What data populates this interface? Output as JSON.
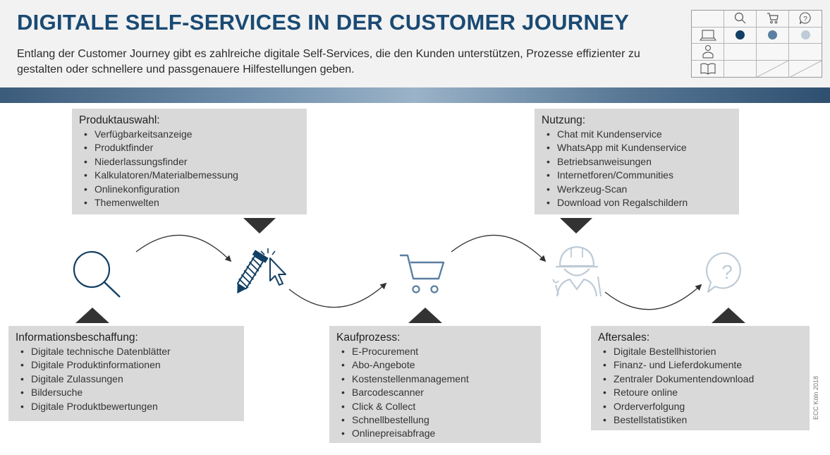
{
  "header": {
    "title": "DIGITALE SELF-SERVICES IN DER CUSTOMER JOURNEY",
    "subtitle": "Entlang der Customer Journey gibt es zahlreiche digitale Self-Services, die den Kunden unterstützen, Prozesse effizienter zu gestalten oder schnellere und passgenauere Hilfestellungen geben."
  },
  "legend": {
    "columns": [
      "search-icon",
      "cart-icon",
      "question-bubble-icon"
    ],
    "rows": [
      "laptop-icon",
      "person-icon",
      "book-icon"
    ],
    "dot_colors": [
      "#123f63",
      "#5a7fa2",
      "#bfcbd6"
    ]
  },
  "boxes": {
    "produkt": {
      "title": "Produktauswahl:",
      "items": [
        "Verfügbarkeitsanzeige",
        "Produktfinder",
        "Niederlassungsfinder",
        "Kalkulatoren/Materialbemessung",
        "Onlinekonfiguration",
        "Themenwelten"
      ]
    },
    "nutzung": {
      "title": "Nutzung:",
      "items": [
        "Chat mit Kundenservice",
        "WhatsApp mit Kundenservice",
        "Betriebsanweisungen",
        "Internetforen/Communities",
        "Werkzeug-Scan",
        "Download von Regalschildern"
      ]
    },
    "info": {
      "title": "Informationsbeschaffung:",
      "items": [
        "Digitale technische Datenblätter",
        "Digitale Produktinformationen",
        "Digitale Zulassungen",
        "Bildersuche",
        "Digitale Produktbewertungen"
      ]
    },
    "kauf": {
      "title": "Kaufprozess:",
      "items": [
        "E-Procurement",
        "Abo-Angebote",
        "Kostenstellenmanagement",
        "Barcodescanner",
        "Click & Collect",
        "Schnellbestellung",
        "Onlinepreisabfrage"
      ]
    },
    "after": {
      "title": "Aftersales:",
      "items": [
        "Digitale Bestellhistorien",
        "Finanz- und Lieferdokumente",
        "Zentraler Dokumentendownload",
        "Retoure online",
        "Orderverfolgung",
        "Bestellstatistiken"
      ]
    }
  },
  "journey": {
    "stages": [
      "search-icon",
      "screw-click-icon",
      "cart-icon",
      "worker-icon",
      "question-bubble-icon"
    ],
    "colors": {
      "dark": "#123f63",
      "mid": "#5a7fa2",
      "light": "#bfcbd6",
      "triangle": "#333333",
      "arrow": "#333333"
    }
  },
  "credit": "ECC Köln 2018"
}
